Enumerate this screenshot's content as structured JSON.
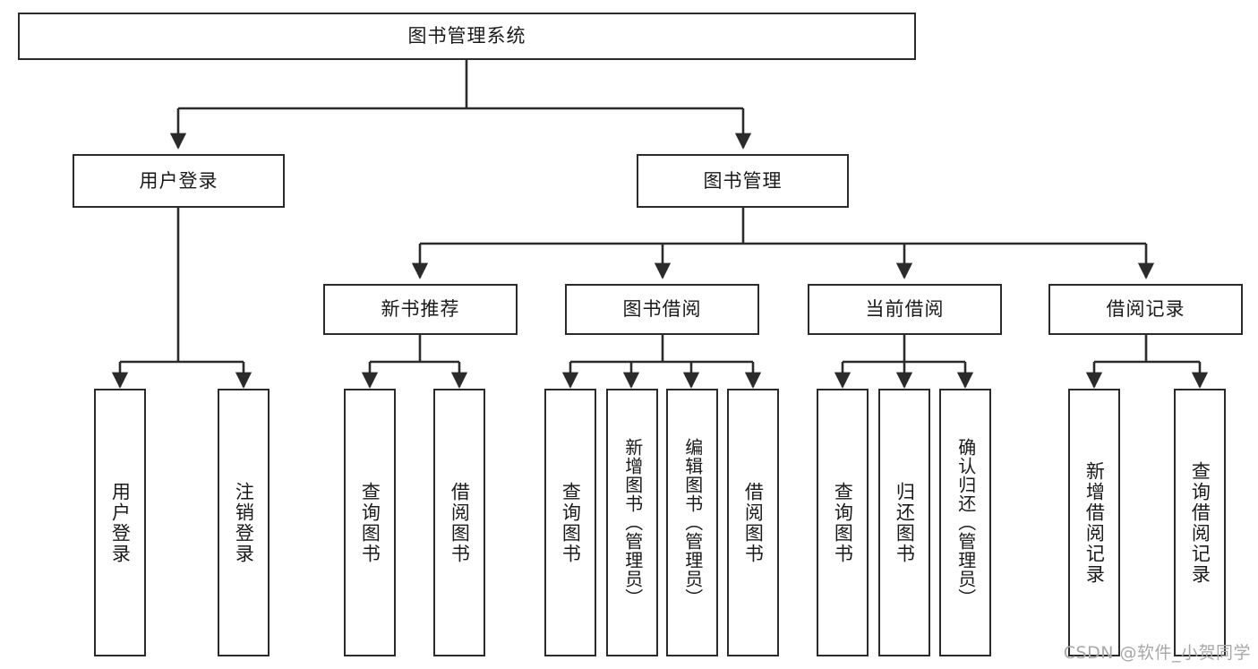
{
  "diagram": {
    "kind": "hierarchy-tree",
    "title": "图书管理系统",
    "watermark": "CSDN @软件_小贺同学",
    "colors": {
      "box_border": "#2b2b2b",
      "box_fill": "#ffffff",
      "connector": "#2b2b2b",
      "text": "#1a1a1a",
      "watermark": "#a8a8a8",
      "background": "#ffffff"
    },
    "root": {
      "label": "图书管理系统"
    },
    "level2": [
      {
        "label": "用户登录"
      },
      {
        "label": "图书管理"
      }
    ],
    "level3": [
      {
        "label": "新书推荐"
      },
      {
        "label": "图书借阅"
      },
      {
        "label": "当前借阅"
      },
      {
        "label": "借阅记录"
      }
    ],
    "leaves": {
      "user_login": [
        {
          "label": "用户登录"
        },
        {
          "label": "注销登录"
        }
      ],
      "new_book_recommend": [
        {
          "label": "查询图书"
        },
        {
          "label": "借阅图书"
        }
      ],
      "book_borrow": [
        {
          "label": "查询图书"
        },
        {
          "label": "新增图书（管理员）"
        },
        {
          "label": "编辑图书（管理员）"
        },
        {
          "label": "借阅图书"
        }
      ],
      "current_borrow": [
        {
          "label": "查询图书"
        },
        {
          "label": "归还图书"
        },
        {
          "label": "确认归还（管理员）"
        }
      ],
      "borrow_record": [
        {
          "label": "新增借阅记录"
        },
        {
          "label": "查询借阅记录"
        }
      ]
    }
  }
}
